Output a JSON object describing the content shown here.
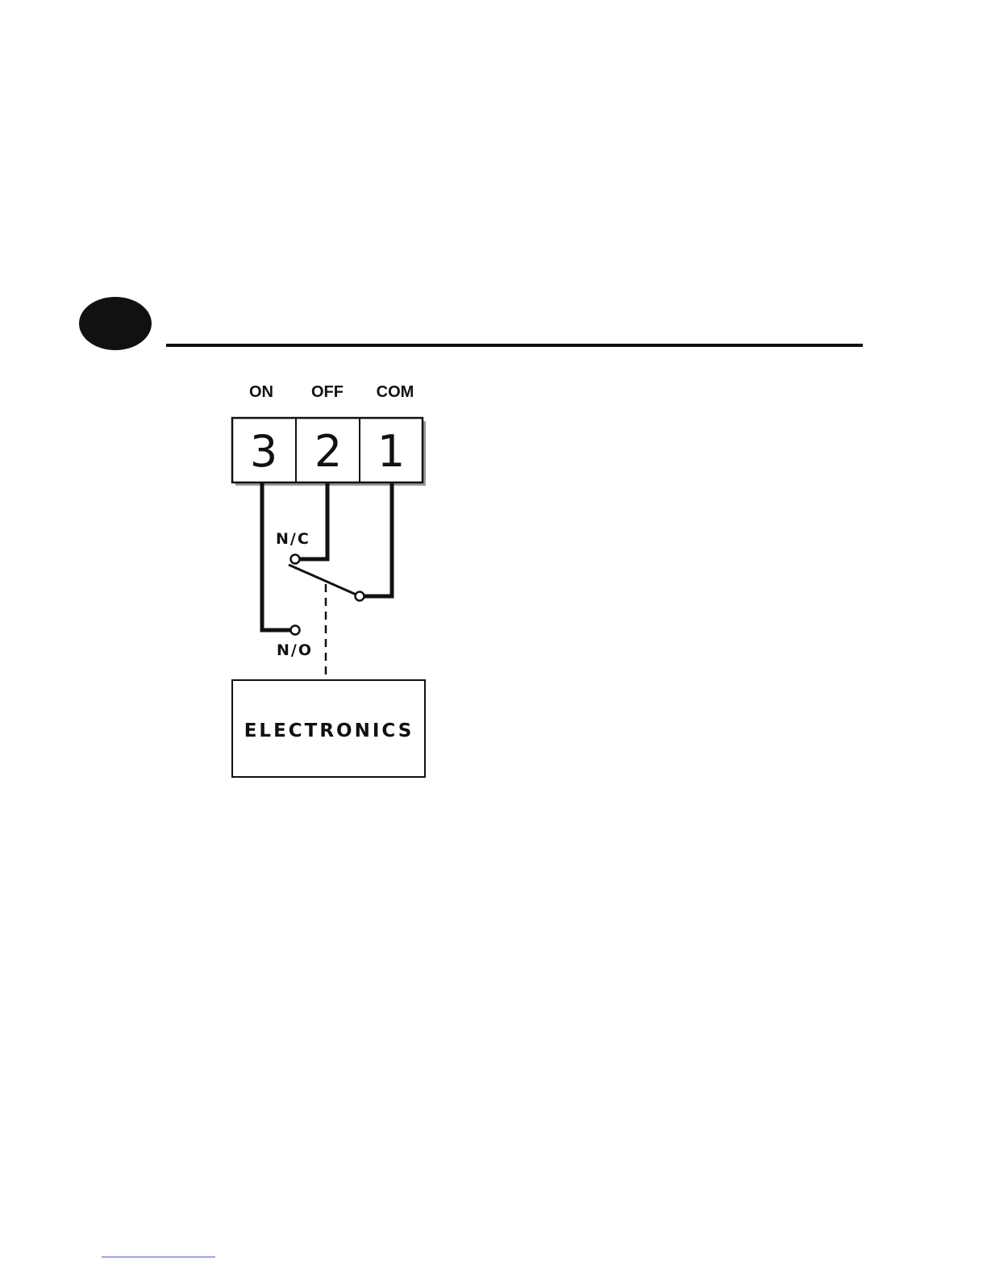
{
  "terminals": [
    {
      "label": "ON",
      "number": "3"
    },
    {
      "label": "OFF",
      "number": "2"
    },
    {
      "label": "COM",
      "number": "1"
    }
  ],
  "contacts": {
    "normally_closed": "N/C",
    "normally_open": "N/O"
  },
  "module": {
    "label": "ELECTRONICS"
  }
}
